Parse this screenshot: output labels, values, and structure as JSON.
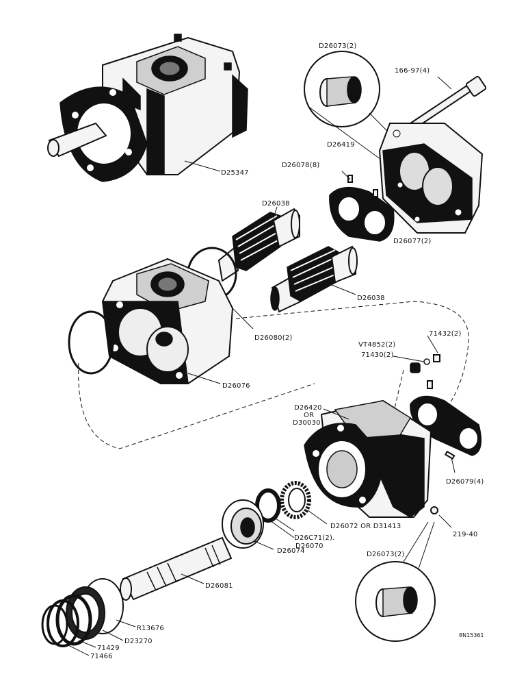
{
  "labels": {
    "d25347": "D25347",
    "d26073_top": "D26073(2)",
    "bolt_16697": "166-97(4)",
    "d26419": "D26419",
    "d26078": "D26078(8)",
    "d26038_upper": "D26038",
    "d26077": "D26077(2)",
    "d26038_lower": "D26038",
    "d26080": "D26080(2)",
    "d26076": "D26076",
    "p71432": "71432(2)",
    "vt4852": "VT4852(2)",
    "p71430": "71430(2)",
    "d26420": "D26420",
    "or_text": "OR",
    "d30030": "D30030",
    "d26079": "D26079(4)",
    "d26072": "D26072 OR D31413",
    "d26071": "D26C71(2).",
    "d26070": "D26070",
    "d26074": "D26074",
    "p21940": "219-40",
    "d26073_bottom": "D26073(2)",
    "d26081": "D26081",
    "r13676": "R13676",
    "d23270": "D23270",
    "p71429": "71429",
    "p71466": "71466",
    "ref_no": "8N15361"
  }
}
